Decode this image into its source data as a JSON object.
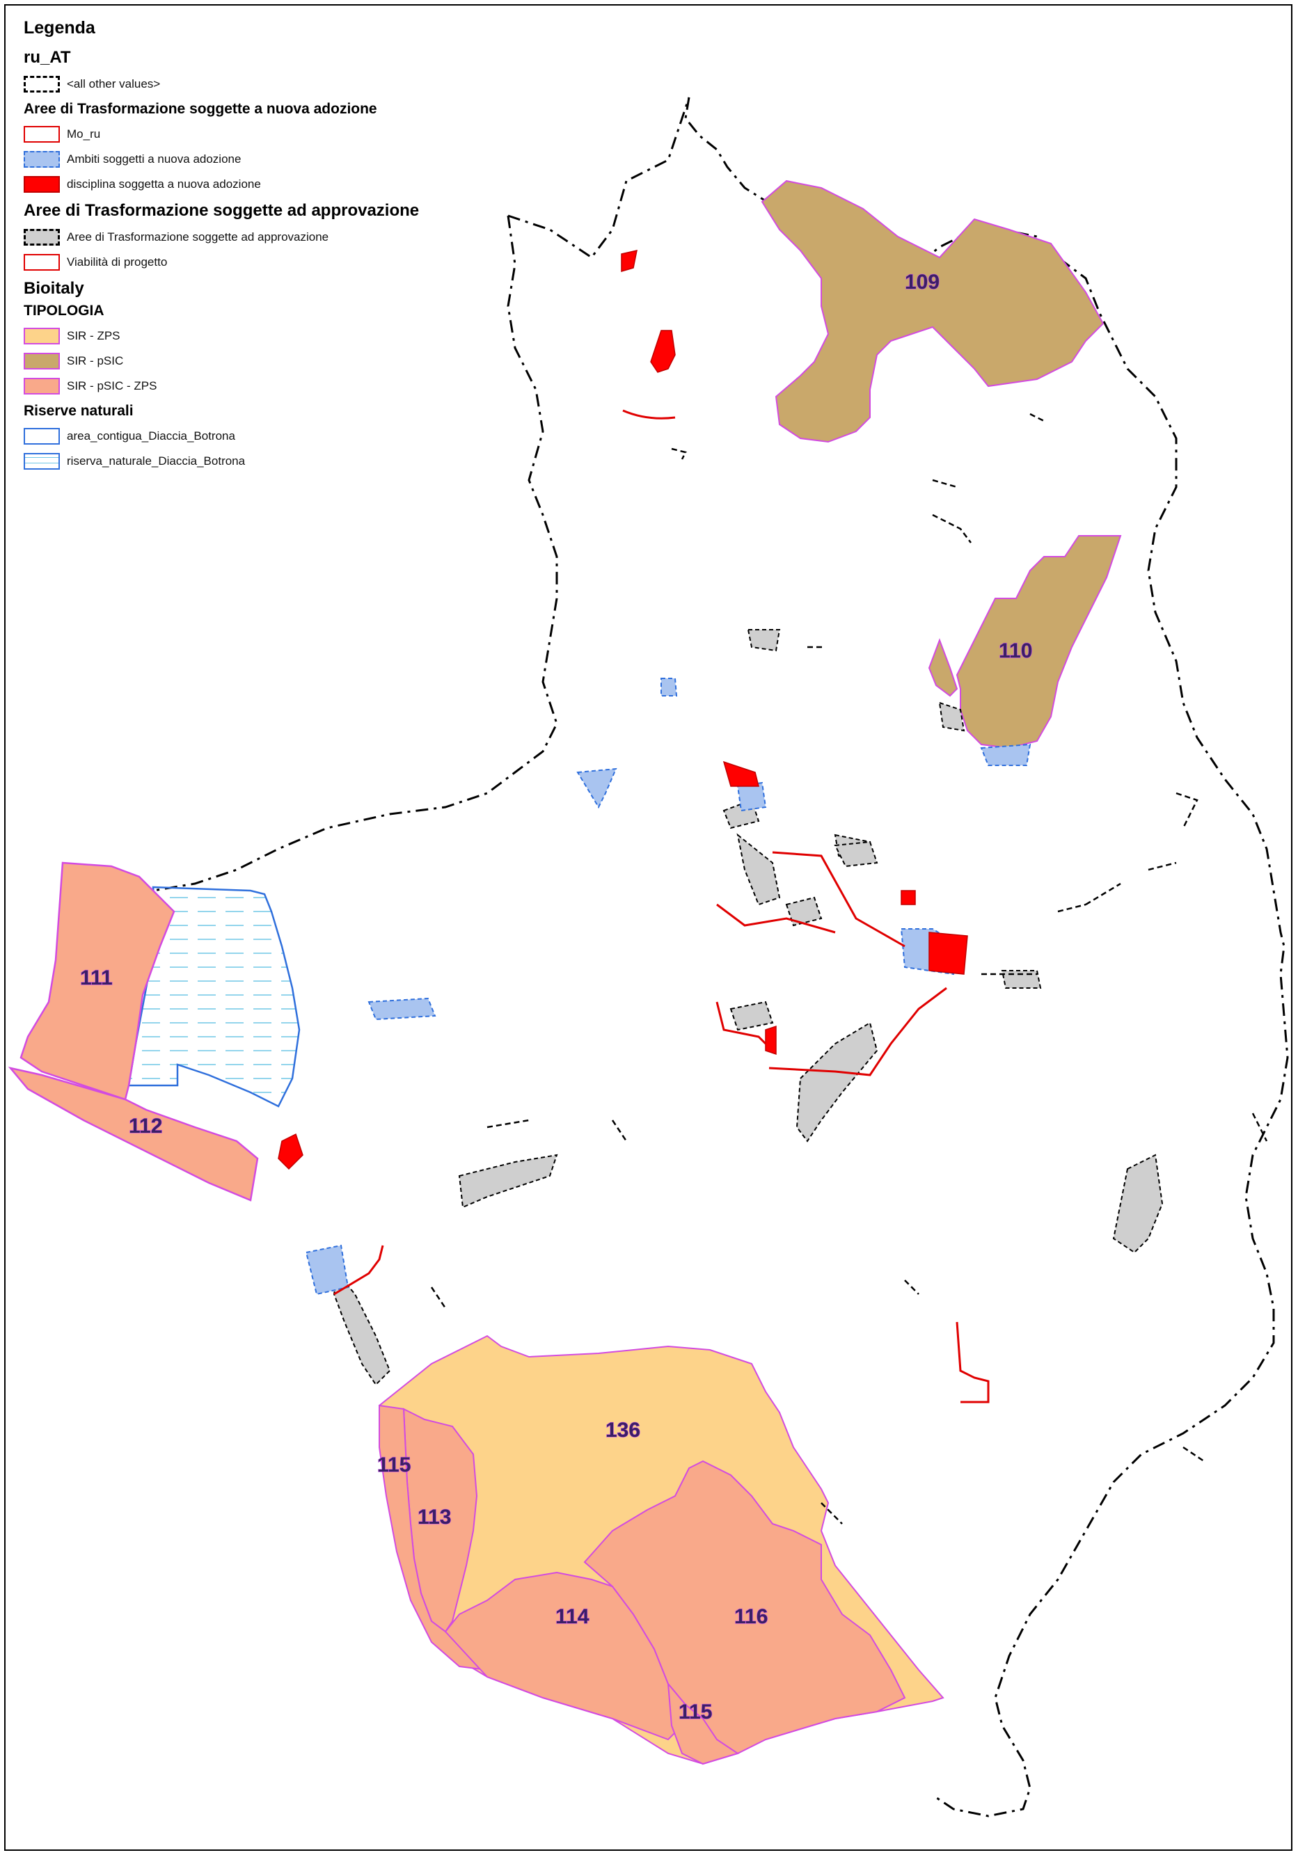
{
  "legend": {
    "title": "Legenda",
    "ru_at": {
      "title": "ru_AT",
      "item": "<all other values>"
    },
    "nuova_adozione": {
      "title": "Aree di Trasformazione soggette a nuova adozione",
      "items": [
        "Mo_ru",
        "Ambiti soggetti a nuova adozione",
        "disciplina soggetta a nuova adozione"
      ]
    },
    "approvazione": {
      "title": "Aree di Trasformazione soggette ad approvazione",
      "items": [
        "Aree di Trasformazione soggette ad approvazione",
        "Viabilità di progetto"
      ]
    },
    "bioitaly": {
      "title": "Bioitaly",
      "subtitle": "TIPOLOGIA",
      "items": [
        "SIR - ZPS",
        "SIR - pSIC",
        "SIR - pSIC - ZPS"
      ]
    },
    "riserve": {
      "title": "Riserve naturali",
      "items": [
        "area_contigua_Diaccia_Botrona",
        "riserva_naturale_Diaccia_Botrona"
      ]
    }
  },
  "colors": {
    "sir_zps": "#fdd38a",
    "sir_psic": "#c9a86b",
    "sir_psic_zps": "#f9a98a",
    "zone_outline": "#d24be0",
    "adozione_fill": "#a9c4f0",
    "adozione_outline": "#2f6fdc",
    "disciplina": "#ff0000",
    "approvazione_fill": "#cfcfcf",
    "reserve": "#2f6fdc"
  },
  "zones": {
    "z109": "109",
    "z110": "110",
    "z111": "111",
    "z112": "112",
    "z113": "113",
    "z114": "114",
    "z115a": "115",
    "z115b": "115",
    "z116": "116",
    "z136": "136"
  }
}
